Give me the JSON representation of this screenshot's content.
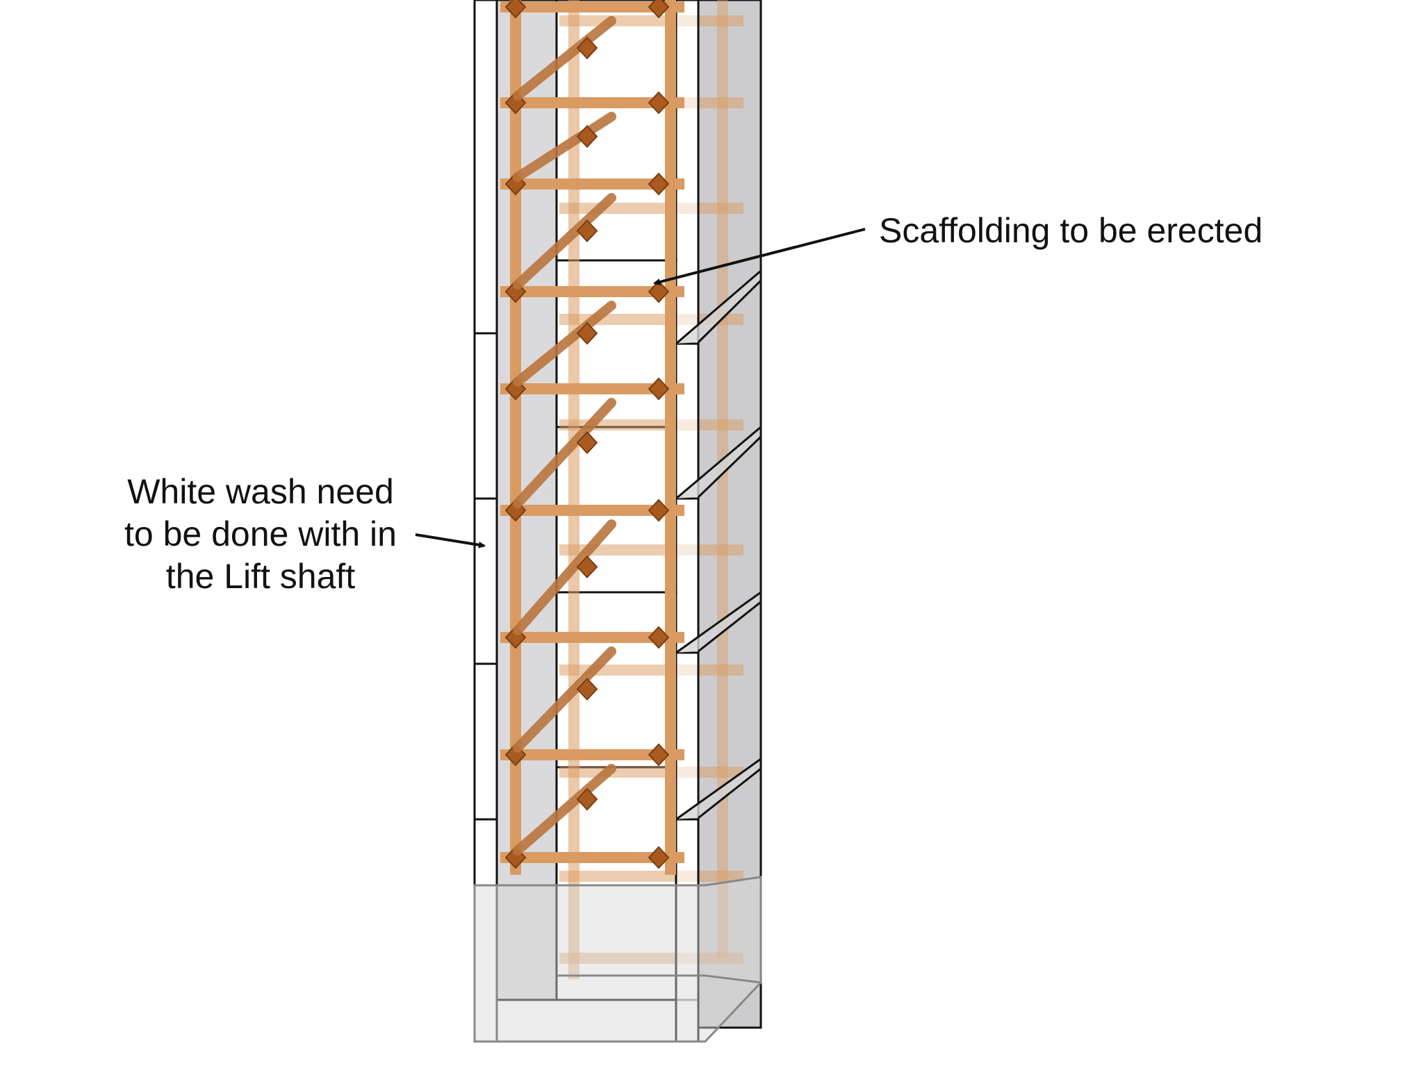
{
  "diagram": {
    "annotations": {
      "scaffolding": "Scaffolding to be erected",
      "white_wash_lines": [
        "White wash need",
        "to be done with in",
        "the Lift shaft"
      ]
    },
    "colors": {
      "background": "#ffffff",
      "outline": "#111111",
      "wall_fill": "#d6d6d8",
      "wall_fill_dark": "#bfbfc2",
      "scaffold_pole": "#d99b62",
      "scaffold_pole_dark": "#b8743d",
      "clamp": "#a85a1f",
      "text": "#111111"
    },
    "icons": [
      "arrow-icon",
      "scaffold-clamp-icon"
    ]
  }
}
